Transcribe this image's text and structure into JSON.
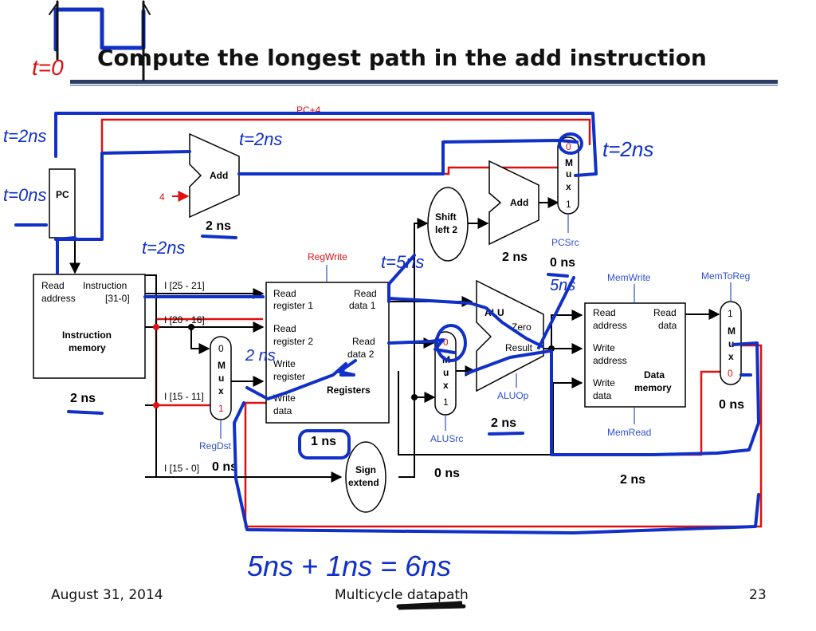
{
  "slide": {
    "title": "Compute the longest path in the add instruction",
    "footer_date": "August 31, 2014",
    "footer_center": "Multicycle datapath",
    "page_number": "23"
  },
  "diagram": {
    "pc_plus_4": "PC+4",
    "pc": "PC",
    "const_4": "4",
    "add_top": "Add",
    "add_branch": "Add",
    "shift_left_2": [
      "Shift",
      "left 2"
    ],
    "instruction_memory": {
      "read_address": [
        "Read",
        "address"
      ],
      "instruction": [
        "Instruction",
        "[31-0]"
      ],
      "title": [
        "Instruction",
        "memory"
      ]
    },
    "fields": {
      "rs": "I [25 - 21]",
      "rt": "I [20 - 16]",
      "rd": "I [15 - 11]",
      "imm": "I [15 - 0]"
    },
    "registers": {
      "read_register_1": [
        "Read",
        "register 1"
      ],
      "read_register_2": [
        "Read",
        "register 2"
      ],
      "write_register": [
        "Write",
        "register"
      ],
      "write_data": [
        "Write",
        "data"
      ],
      "read_data_1": [
        "Read",
        "data 1"
      ],
      "read_data_2": [
        "Read",
        "data 2"
      ],
      "title": "Registers"
    },
    "sign_extend": [
      "Sign",
      "extend"
    ],
    "alu": {
      "title": "ALU",
      "zero": "Zero",
      "result": "Result"
    },
    "data_memory": {
      "read_address": [
        "Read",
        "address"
      ],
      "read_data": [
        "Read",
        "data"
      ],
      "write_address": [
        "Write",
        "address"
      ],
      "write_data": [
        "Write",
        "data"
      ],
      "title": [
        "Data",
        "memory"
      ]
    },
    "mux_letters": [
      "M",
      "u",
      "x"
    ],
    "mux_pc": {
      "top": "0",
      "bottom": "1"
    },
    "mux_regdst": {
      "top": "0",
      "bottom": "1"
    },
    "mux_alusrc": {
      "top": "0",
      "bottom": "1"
    },
    "mux_memtoreg": {
      "top": "1",
      "bottom": "0"
    },
    "control": {
      "regwrite": "RegWrite",
      "regdst": "RegDst",
      "alusrc": "ALUSrc",
      "aluop": "ALUOp",
      "pcsrc": "PCSrc",
      "memwrite": "MemWrite",
      "memread": "MemRead",
      "memtoreg": "MemToReg"
    },
    "delays": {
      "instruction_memory": "2 ns",
      "pc_adder": "2 ns",
      "branch_adder": "2 ns",
      "pc_mux": "0 ns",
      "regdst_mux": "0 ns",
      "sign_extend": "1 ns",
      "alusrc_mux": "0 ns",
      "alu": "2 ns",
      "data_memory": "2 ns",
      "memtoreg_mux": "0 ns"
    }
  },
  "annotations": {
    "t0": "t=0",
    "pc_time": "t=0ns",
    "pc4_time": "t=2ns",
    "adder_time": "t=2ns",
    "pcmux_time": "t=2ns",
    "imem_time": "t=2ns",
    "regs_time": "t=5ns",
    "alu_in_time": "5ns",
    "total": "5ns + 1ns = 6ns"
  },
  "colors": {
    "wire": "#000000",
    "pc4_path": "#e01010",
    "control": "#3050d0",
    "ink": "#1030c8",
    "ink_red": "#e01010",
    "title_rule": "#2c3e63"
  }
}
